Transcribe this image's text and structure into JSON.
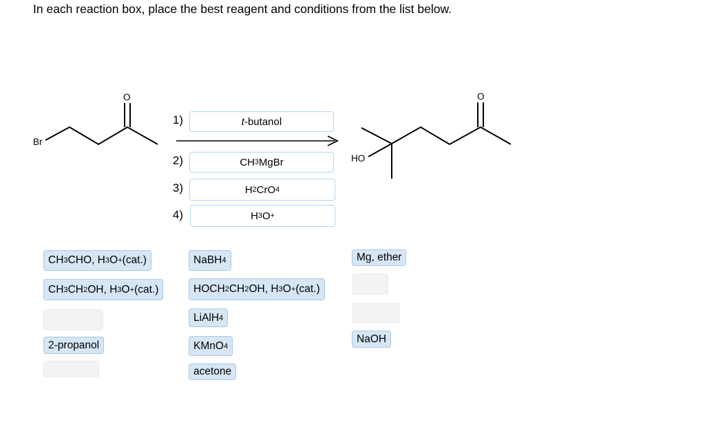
{
  "instructions": "In each reaction box, place the best reagent and conditions from the list below.",
  "starting_material": {
    "halogen_label": "Br",
    "carbonyl_label": "O"
  },
  "product": {
    "hydroxyl_label": "HO",
    "carbonyl_label": "O"
  },
  "steps": [
    {
      "number": "1)",
      "placed_reagent": "t-butanol",
      "placed_reagent_html": "<i>t</i>-butanol"
    },
    {
      "number": "2)",
      "placed_reagent": "CH3MgBr",
      "placed_reagent_html": "CH<sub>3</sub>MgBr"
    },
    {
      "number": "3)",
      "placed_reagent": "H2CrO4",
      "placed_reagent_html": "H<sub>2</sub>CrO<sub>4</sub>"
    },
    {
      "number": "4)",
      "placed_reagent": "H3O+",
      "placed_reagent_html": "H<sub>3</sub>O<sup>+</sup>"
    }
  ],
  "reagent_bank": {
    "column_1": [
      {
        "text": "CH3CHO, H3O+ (cat.)",
        "html": "CH<sub>3</sub>CHO, H<sub>3</sub>O<sup>+</sup> (cat.)"
      },
      {
        "text": "CH3CH2OH, H3O+ (cat.)",
        "html": "CH<sub>3</sub>CH<sub>2</sub>OH, H<sub>3</sub>O<sup>+</sup> (cat.)"
      },
      {
        "text": "",
        "html": ""
      },
      {
        "text": "2-propanol",
        "html": "2-propanol"
      },
      {
        "text": "",
        "html": ""
      }
    ],
    "column_2": [
      {
        "text": "NaBH4",
        "html": "NaBH<sub>4</sub>"
      },
      {
        "text": "HOCH2CH2OH, H3O+ (cat.)",
        "html": "HOCH<sub>2</sub>CH<sub>2</sub>OH, H<sub>3</sub>O<sup>+</sup> (cat.)"
      },
      {
        "text": "LiAlH4",
        "html": "LiAlH<sub>4</sub>"
      },
      {
        "text": "KMnO4",
        "html": "KMnO<sub>4</sub>"
      },
      {
        "text": "acetone",
        "html": "acetone"
      }
    ],
    "column_3": [
      {
        "text": "Mg, ether",
        "html": "Mg, ether"
      },
      {
        "text": "",
        "html": ""
      },
      {
        "text": "",
        "html": ""
      },
      {
        "text": "NaOH",
        "html": "NaOH"
      }
    ]
  }
}
